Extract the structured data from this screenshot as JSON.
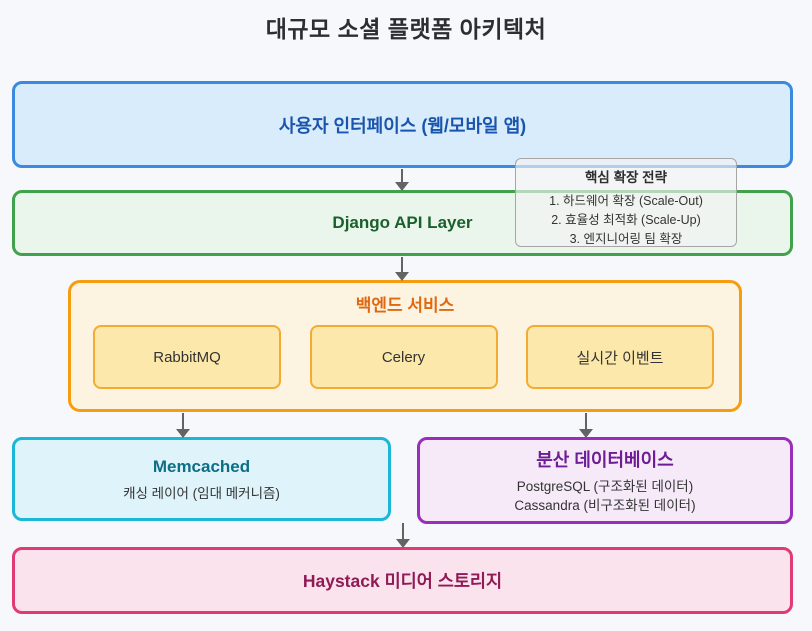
{
  "title": "대규모 소셜 플랫폼 아키텍처",
  "nodes": {
    "ui": {
      "label": "사용자 인터페이스 (웹/모바일 앱)"
    },
    "api": {
      "label": "Django API Layer"
    },
    "note": {
      "title": "핵심 확장 전략",
      "items": [
        "1. 하드웨어 확장 (Scale-Out)",
        "2. 효율성 최적화 (Scale-Up)",
        "3. 엔지니어링 팀 확장"
      ]
    },
    "backend": {
      "label": "백엔드 서비스",
      "children": [
        "RabbitMQ",
        "Celery",
        "실시간 이벤트"
      ]
    },
    "cache": {
      "label": "Memcached",
      "sublabel": "캐싱 레이어 (임대 메커니즘)"
    },
    "db": {
      "label": "분산 데이터베이스",
      "sublines": [
        "PostgreSQL (구조화된 데이터)",
        "Cassandra (비구조화된 데이터)"
      ]
    },
    "media": {
      "label": "Haystack 미디어 스토리지"
    }
  },
  "colors": {
    "background": "#f7f8fb",
    "title_text": "#2b2f33",
    "ui_fill": "#d9ecfc",
    "ui_border": "#3b8ae0",
    "ui_text": "#1a55ad",
    "api_fill": "#eaf6eb",
    "api_border": "#41a24d",
    "api_text": "#1a5f2c",
    "note_fill": "#f2f2f2",
    "note_border": "#a6a6a6",
    "note_text": "#333333",
    "backend_fill": "#fdf3e1",
    "backend_border": "#f59d0e",
    "backend_title_text": "#e0680f",
    "backend_child_fill": "#fbe8aa",
    "backend_child_border": "#f3ab33",
    "backend_child_text": "#333333",
    "cache_fill": "#dff4fa",
    "cache_border": "#1ab7d8",
    "cache_text": "#0d6e86",
    "db_fill": "#f6eaf9",
    "db_border": "#9a2eba",
    "db_text": "#6e1d96",
    "media_fill": "#fbe3ed",
    "media_border": "#e23a72",
    "media_text": "#8f1a55",
    "arrow": "#636363"
  }
}
